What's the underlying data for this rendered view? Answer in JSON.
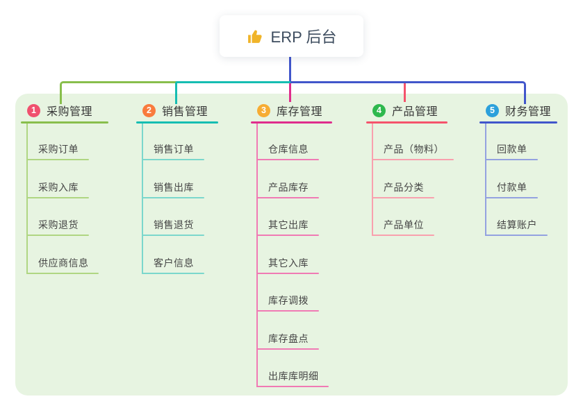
{
  "root": {
    "icon": "thumbs-up-icon",
    "label": "ERP 后台"
  },
  "colors": {
    "trunk": "#4156cb",
    "panel_background": "#e7f4e1",
    "root_text": "#3d4c5e",
    "thumb_icon": "#f0b429"
  },
  "branches": [
    {
      "number": "1",
      "label": "采购管理",
      "badge_color": "#f0506e",
      "line_color": "#88be4c",
      "child_line_color": "#afd682",
      "children": [
        "采购订单",
        "采购入库",
        "采购退货",
        "供应商信息"
      ]
    },
    {
      "number": "2",
      "label": "销售管理",
      "badge_color": "#f97b3d",
      "line_color": "#16bdb2",
      "child_line_color": "#7bd7cc",
      "children": [
        "销售订单",
        "销售出库",
        "销售退货",
        "客户信息"
      ]
    },
    {
      "number": "3",
      "label": "库存管理",
      "badge_color": "#f7ac33",
      "line_color": "#df2d8c",
      "child_line_color": "#f07ab4",
      "children": [
        "仓库信息",
        "产品库存",
        "其它出库",
        "其它入库",
        "库存调拨",
        "库存盘点",
        "出库库明细"
      ]
    },
    {
      "number": "4",
      "label": "产品管理",
      "badge_color": "#2eb84d",
      "line_color": "#f5536c",
      "child_line_color": "#f9a0ae",
      "children": [
        "产品（物料）",
        "产品分类",
        "产品单位"
      ]
    },
    {
      "number": "5",
      "label": "财务管理",
      "badge_color": "#2ca0db",
      "line_color": "#4156cb",
      "child_line_color": "#93a1e0",
      "children": [
        "回款单",
        "付款单",
        "结算账户"
      ]
    }
  ]
}
